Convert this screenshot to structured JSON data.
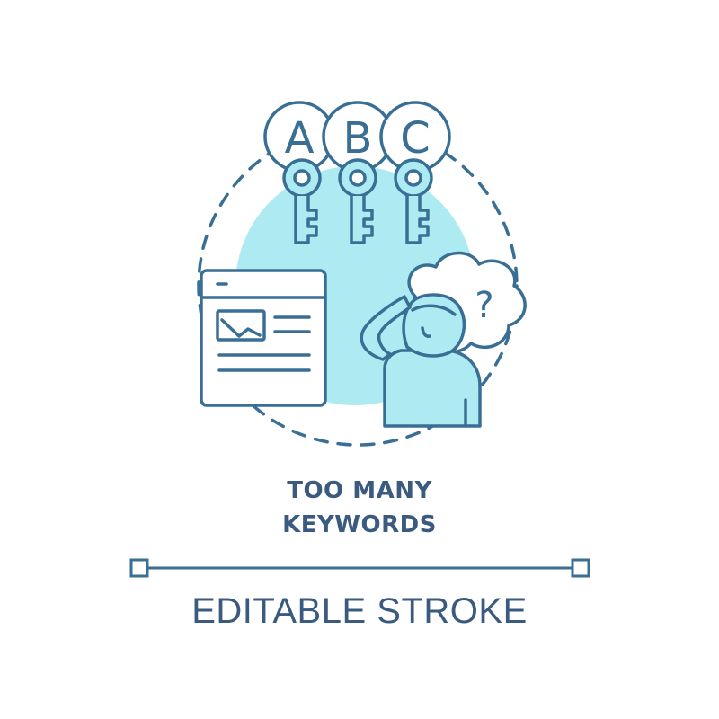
{
  "colors": {
    "stroke": "#3a6f95",
    "fill_accent": "#aeeaf2",
    "text": "#3a5a80",
    "background": "#ffffff"
  },
  "icon": {
    "badges": [
      "A",
      "B",
      "C"
    ],
    "question_mark": "?"
  },
  "title": {
    "line_1": "TOO MANY",
    "line_2": "KEYWORDS"
  },
  "footer": {
    "label": "EDITABLE STROKE"
  }
}
